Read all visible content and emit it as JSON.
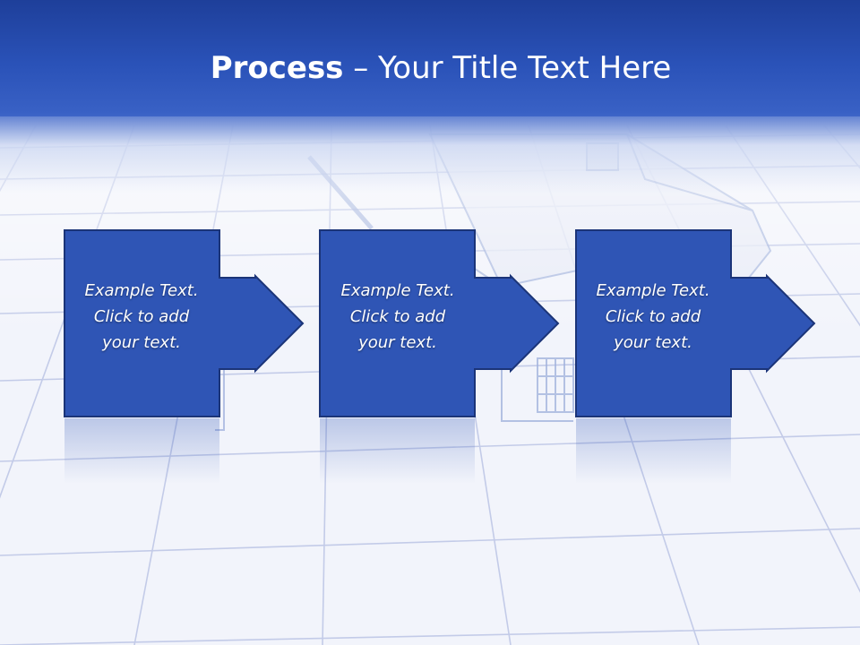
{
  "slide": {
    "title_bold": "Process",
    "title_rest": " – Your Title Text Here"
  },
  "steps": [
    {
      "lines": [
        "Example Text.",
        "Click  to add",
        "your text."
      ]
    },
    {
      "lines": [
        "Example Text.",
        "Click  to add",
        "your text."
      ]
    },
    {
      "lines": [
        "Example Text.",
        "Click  to add",
        "your text."
      ]
    }
  ],
  "colors": {
    "header": "#2a52b8",
    "box_fill": "#2f55b5",
    "box_border": "#1b3478",
    "grid": "#b9c3e4"
  }
}
